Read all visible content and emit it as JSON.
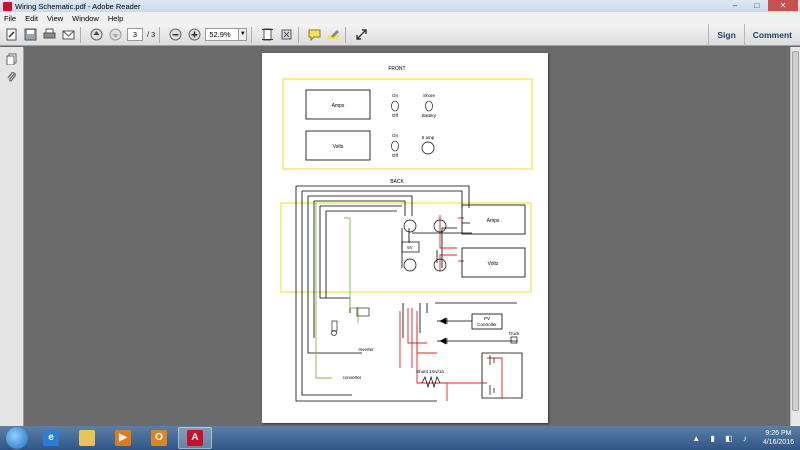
{
  "window": {
    "title": "Wiring Schematic.pdf - Adobe Reader",
    "controls": {
      "minimize": "–",
      "maximize": "□",
      "close": "✕"
    }
  },
  "menu": {
    "file": "File",
    "edit": "Edit",
    "view": "View",
    "window": "Window",
    "help": "Help"
  },
  "toolbar": {
    "current_page": "3",
    "page_total": "/ 3",
    "zoom": "52.9%",
    "sign": "Sign",
    "comment": "Comment"
  },
  "schematic": {
    "front_title": "FRONT",
    "back_title": "BACK",
    "amps_label": "Amps",
    "volts_label": "Volts",
    "on_label": "On",
    "off_label": "Off",
    "shore_label": "Shore",
    "battery_label": "Battery",
    "amp5_label": "5 amp",
    "back_amps": "Amps",
    "back_volts": "Voltz",
    "sv_label": "5V",
    "pv_controller_line1": "PV",
    "pv_controller_line2": "Controller",
    "truck_label": "Truck",
    "inverter_label": "Inverter",
    "converter_label": "converter",
    "shunt_label": "Shunt 1mv/1a"
  },
  "taskbar": {
    "time": "9:26 PM",
    "date": "4/16/2016"
  },
  "colors": {
    "highlight_box": "#f2e24a",
    "wire_red": "#e02020",
    "wire_green": "#7ac043",
    "acrobat_red": "#c8102e"
  }
}
